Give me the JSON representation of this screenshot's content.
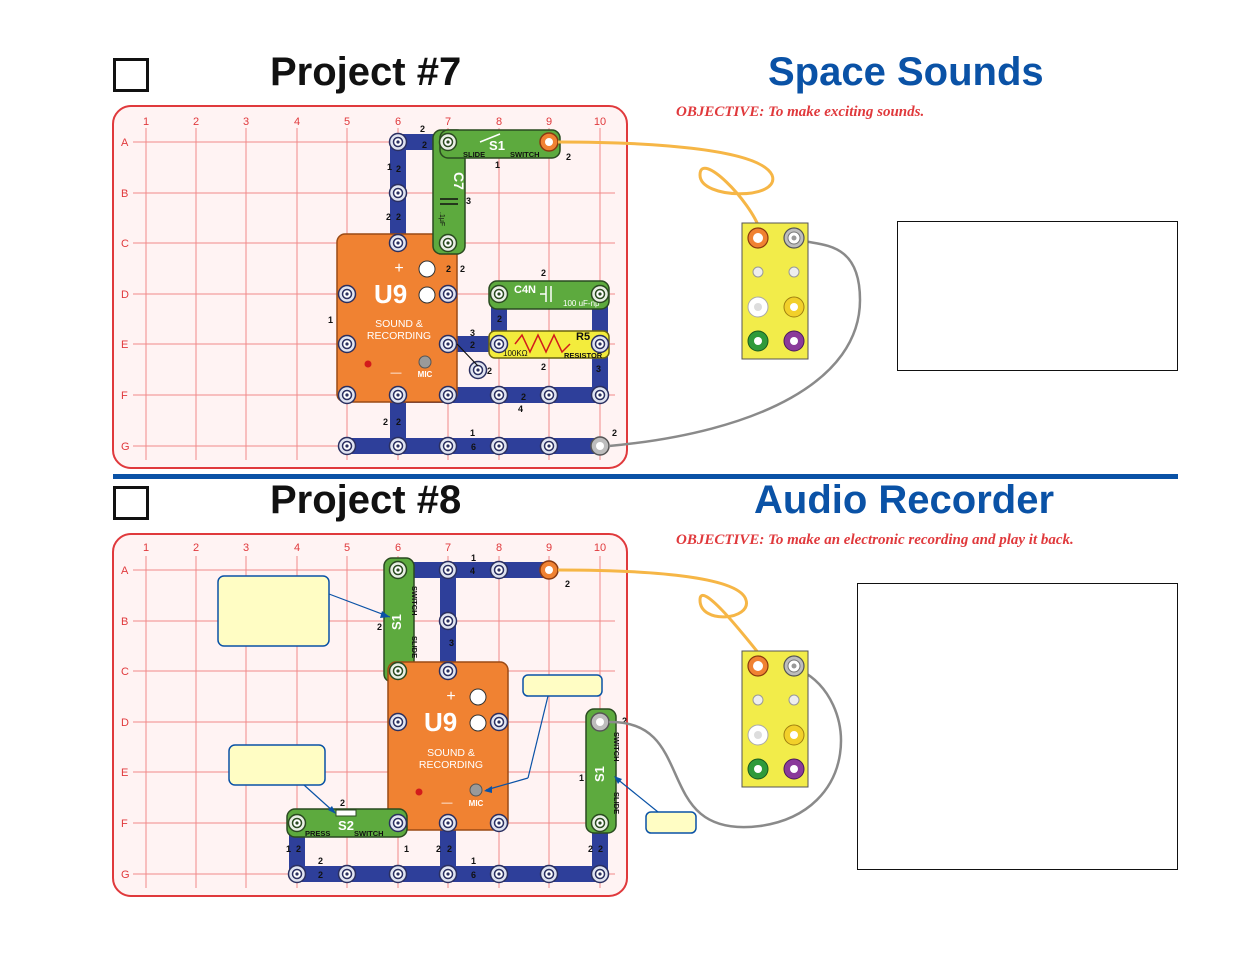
{
  "project7": {
    "number": "Project #7",
    "name": "Space Sounds",
    "objective": "OBJECTIVE:  To make exciting sounds."
  },
  "project8": {
    "number": "Project #8",
    "name": "Audio Recorder",
    "objective": "OBJECTIVE:  To make an electronic recording and play it back."
  },
  "grid": {
    "columns": [
      "1",
      "2",
      "3",
      "4",
      "5",
      "6",
      "7",
      "8",
      "9",
      "10"
    ],
    "rows": [
      "A",
      "B",
      "C",
      "D",
      "E",
      "F",
      "G"
    ]
  },
  "parts": {
    "u9_label": "U9",
    "u9_line1": "SOUND &",
    "u9_line2": "RECORDING",
    "u9_plus": "+",
    "u9_minus": "—",
    "mic": "MIC",
    "s1": "S1",
    "s1_slide": "SLIDE",
    "s1_switch": "SWITCH",
    "s2": "S2",
    "s2_press": "PRESS",
    "s2_switch": "SWITCH",
    "c7": "C7",
    "c7_value": ".1μF",
    "c4": "C4N",
    "c4_value": "100 uF-np",
    "r5": "R5",
    "r5_value": "100KΩ",
    "r5_resistor": "RESISTOR"
  },
  "wire_numbers": {
    "one": "1",
    "two": "2",
    "three": "3",
    "four": "4",
    "six": "6"
  },
  "colors": {
    "brand_blue": "#0a52a6",
    "objective_red": "#e0393c",
    "grid_red": "#f08a8a",
    "board_fill": "#fff3f3",
    "wire_blue": "#2e3f9a",
    "switch_green": "#5daa3e",
    "u9_orange": "#f08232",
    "resistor_yellow": "#f3ec3c",
    "callout_fill": "#fffdc4",
    "jack_yellow": "#f2ec4a",
    "orange_lead": "#f6b646",
    "gray_lead": "#8a8a8a"
  }
}
